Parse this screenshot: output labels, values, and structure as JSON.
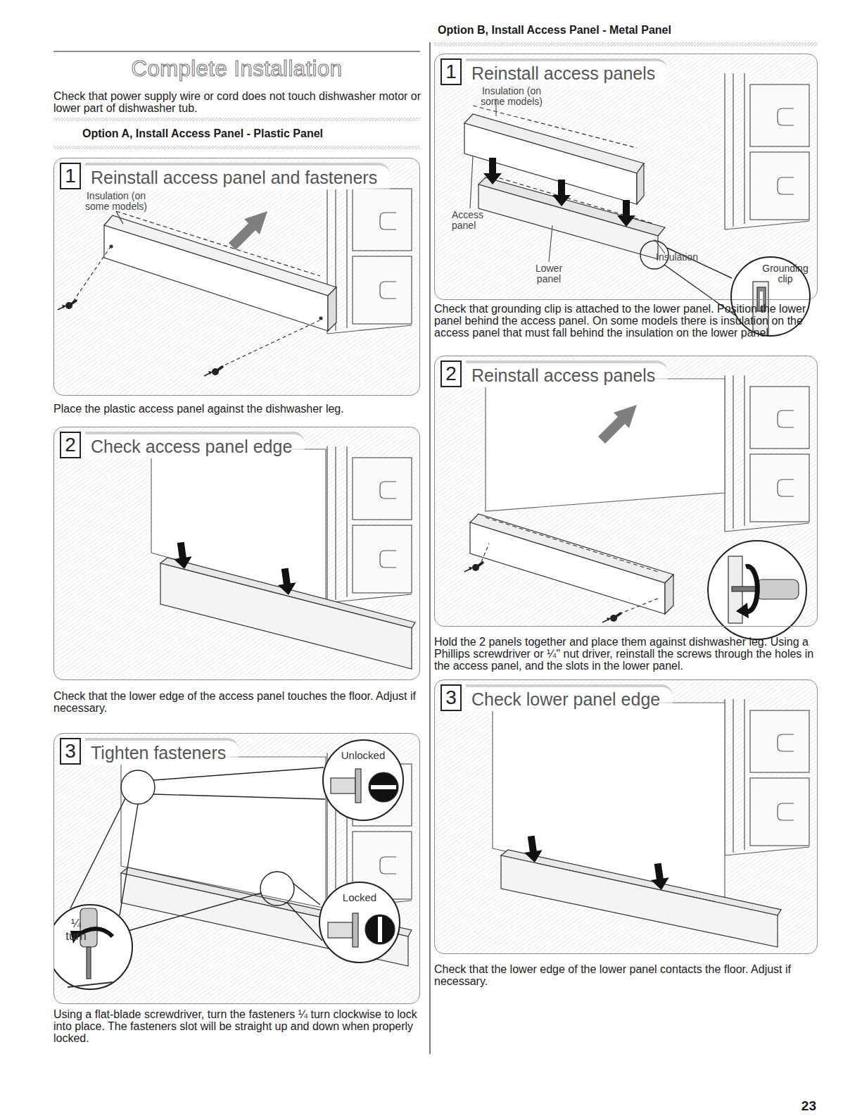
{
  "diagram": {
    "title": "Complete Installation",
    "nodes": [
      {
        "text": [
          "1",
          "Reinstall access panel and fasteners"
        ]
      },
      {
        "text": [
          "2",
          "Check access panel edge"
        ]
      },
      {
        "text": [
          "3",
          "Tighten fasteners"
        ]
      },
      {
        "text": [
          "Unlocked"
        ],
        "in": 2
      },
      {
        "text": [
          "Locked"
        ],
        "in": 2
      },
      {
        "text": [
          "1",
          "Reinstall access panels"
        ]
      },
      {
        "text": [
          "Grounding clip"
        ],
        "in": 5
      },
      {
        "text": [
          "2",
          "Reinstall access panels"
        ]
      },
      {
        "text": [
          "3",
          "Check lower panel edge"
        ]
      }
    ],
    "labels": [
      "Check that power supply wire or cord does not touch dishwasher motor or lower part of dishwasher tub.",
      "Option A, Install Access Panel - Plastic Panel",
      "Insulation (on some models)",
      "Place the plastic access panel against the dishwasher leg.",
      "Check that the lower edge of the access panel touches the floor. Adjust if necessary.",
      "¼ turn",
      "Using a flat-blade screwdriver, turn the fasteners ¼ turn clockwise to lock into place. The fasteners slot will be straight up and down when properly locked.",
      "Option B, Install Access Panel - Metal Panel",
      "Insulation (on some models)",
      "Access panel",
      "Insulation",
      "Lower panel",
      "Check that grounding clip is attached to the lower panel. Position the lower panel behind the access panel. On some models there is insulation on the access panel that must fall behind the insulation on the lower panel.",
      "Hold the 2 panels together and place them against dishwasher leg. Using a Phillips screwdriver or ¼\" nut driver, reinstall the screws through the holes in the access panel, and the slots in the lower panel.",
      "Check that the lower edge of the lower panel contacts the floor. Adjust if necessary.",
      "23"
    ]
  }
}
